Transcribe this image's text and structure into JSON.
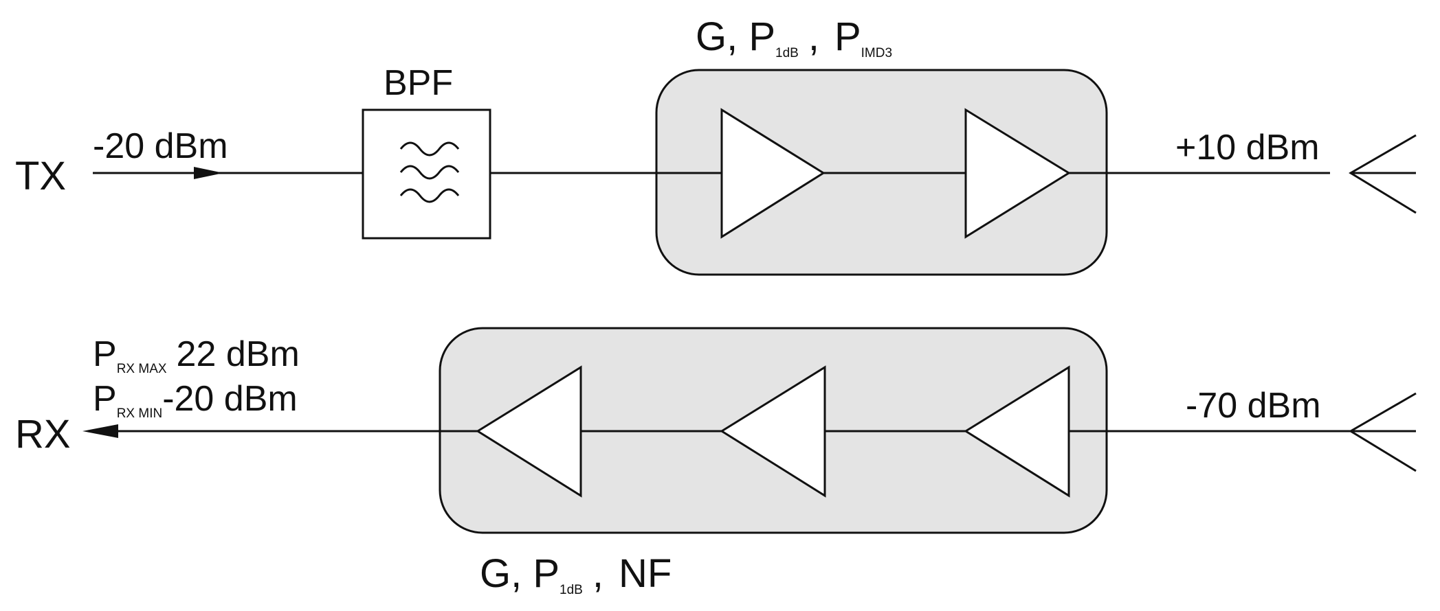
{
  "tx": {
    "port_label": "TX",
    "input_level": "-20 dBm",
    "filter_label": "BPF",
    "amp_params": {
      "g": "G, P",
      "p1db_sub": "1dB",
      "sep": ",",
      "pimd": "P",
      "pimd_sub": "IMD3"
    },
    "output_level": "+10 dBm",
    "amplifier_count": 2
  },
  "rx": {
    "port_label": "RX",
    "pmax": {
      "p": "P",
      "sub": "RX MAX",
      "value": "22 dBm"
    },
    "pmin": {
      "p": "P",
      "sub": "RX MIN",
      "value": "-20 dBm"
    },
    "input_level": "-70 dBm",
    "amp_params": {
      "g": "G, P",
      "p1db_sub": "1dB",
      "sep": ",",
      "nf": "NF"
    },
    "amplifier_count": 3
  }
}
